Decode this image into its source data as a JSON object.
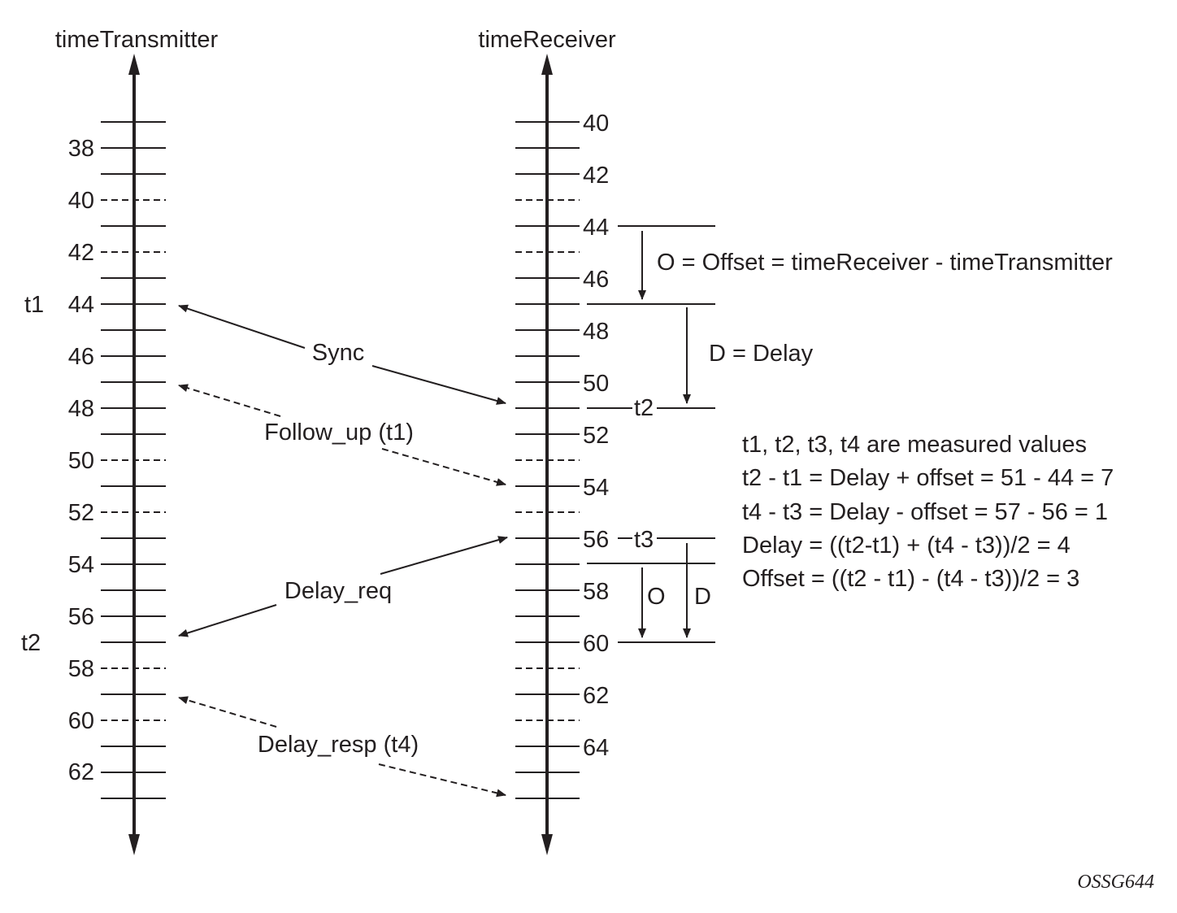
{
  "transmitter": {
    "title": "timeTransmitter",
    "tick_labels": [
      "38",
      "40",
      "42",
      "44",
      "46",
      "48",
      "50",
      "52",
      "54",
      "56",
      "58",
      "60",
      "62"
    ],
    "time_labels": [
      "t1",
      "t2"
    ]
  },
  "receiver": {
    "title": "timeReceiver",
    "tick_labels": [
      "40",
      "42",
      "44",
      "46",
      "48",
      "50",
      "52",
      "54",
      "56",
      "58",
      "60",
      "62",
      "64"
    ],
    "time_labels": [
      "t2",
      "t3"
    ]
  },
  "messages": {
    "sync": "Sync",
    "follow_up": "Follow_up (t1)",
    "delay_req": "Delay_req",
    "delay_resp": "Delay_resp (t4)"
  },
  "annotations": {
    "offset_def": "O = Offset = timeReceiver - timeTransmitter",
    "delay_def": "D = Delay",
    "o_short": "O",
    "d_short": "D"
  },
  "equations": [
    "t1, t2, t3, t4 are measured values",
    "t2 - t1 = Delay + offset = 51 - 44 = 7",
    "t4 - t3 = Delay - offset = 57 - 56 = 1",
    "Delay = ((t2-t1) + (t4 - t3))/2 = 4",
    "Offset = ((t2 - t1) - (t4 - t3))/2 = 3"
  ],
  "figure_id": "OSSG644"
}
